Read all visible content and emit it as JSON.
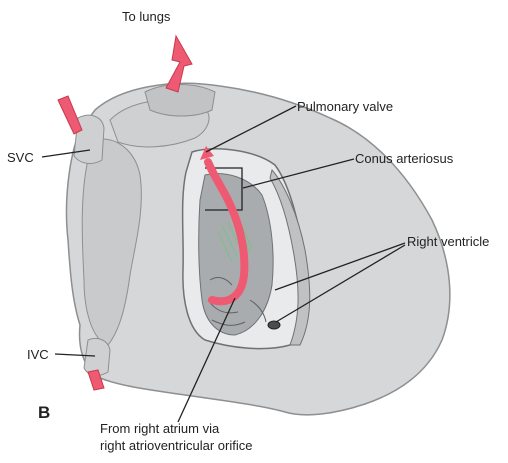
{
  "figure": {
    "panel_label": "B",
    "labels": {
      "to_lungs": "To lungs",
      "pulmonary_valve": "Pulmonary valve",
      "conus_arteriosus": "Conus arteriosus",
      "svc": "SVC",
      "right_ventricle": "Right ventricle",
      "ivc": "IVC",
      "from_right_atrium_line1": "From right atrium via",
      "from_right_atrium_line2": "right atrioventricular orifice"
    }
  },
  "colors": {
    "heart_fill": "#d6d7d8",
    "heart_shadow": "#b3b5b7",
    "interior": "#9b9ea1",
    "flow_arrow": "#ef5a73",
    "chordae": "#7fbf8a",
    "leader_line": "#222222"
  }
}
